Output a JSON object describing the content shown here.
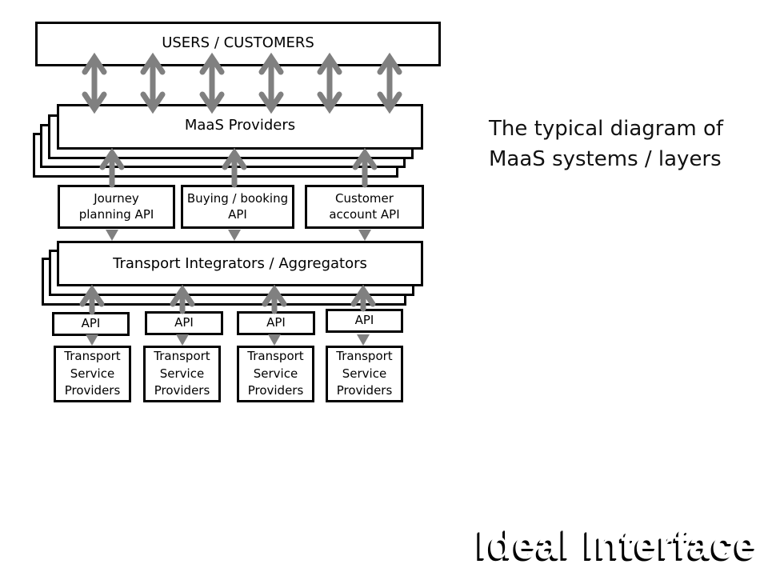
{
  "diagram": {
    "users": {
      "label": "USERS / CUSTOMERS"
    },
    "maas_providers": {
      "label": "MaaS Providers",
      "stack_layers": 4
    },
    "mid_apis": [
      {
        "label": "Journey planning API"
      },
      {
        "label": "Buying / booking API"
      },
      {
        "label": "Customer account API"
      }
    ],
    "integrators": {
      "label": "Transport Integrators / Aggregators",
      "stack_layers": 3
    },
    "provider_apis": [
      {
        "label": "API"
      },
      {
        "label": "API"
      },
      {
        "label": "API"
      },
      {
        "label": "API"
      }
    ],
    "service_providers": [
      {
        "label": "Transport Service Providers"
      },
      {
        "label": "Transport Service Providers"
      },
      {
        "label": "Transport Service Providers"
      },
      {
        "label": "Transport Service Providers"
      }
    ],
    "connections": {
      "users_maas_bidirectional_count": 6,
      "maas_to_mid_api_count": 3,
      "integrators_to_provider_api_count": 4
    },
    "arrow_color": "#808080",
    "border_color": "#000000"
  },
  "caption": "The typical diagram of MaaS systems / layers",
  "watermark": "Ideal Interface"
}
